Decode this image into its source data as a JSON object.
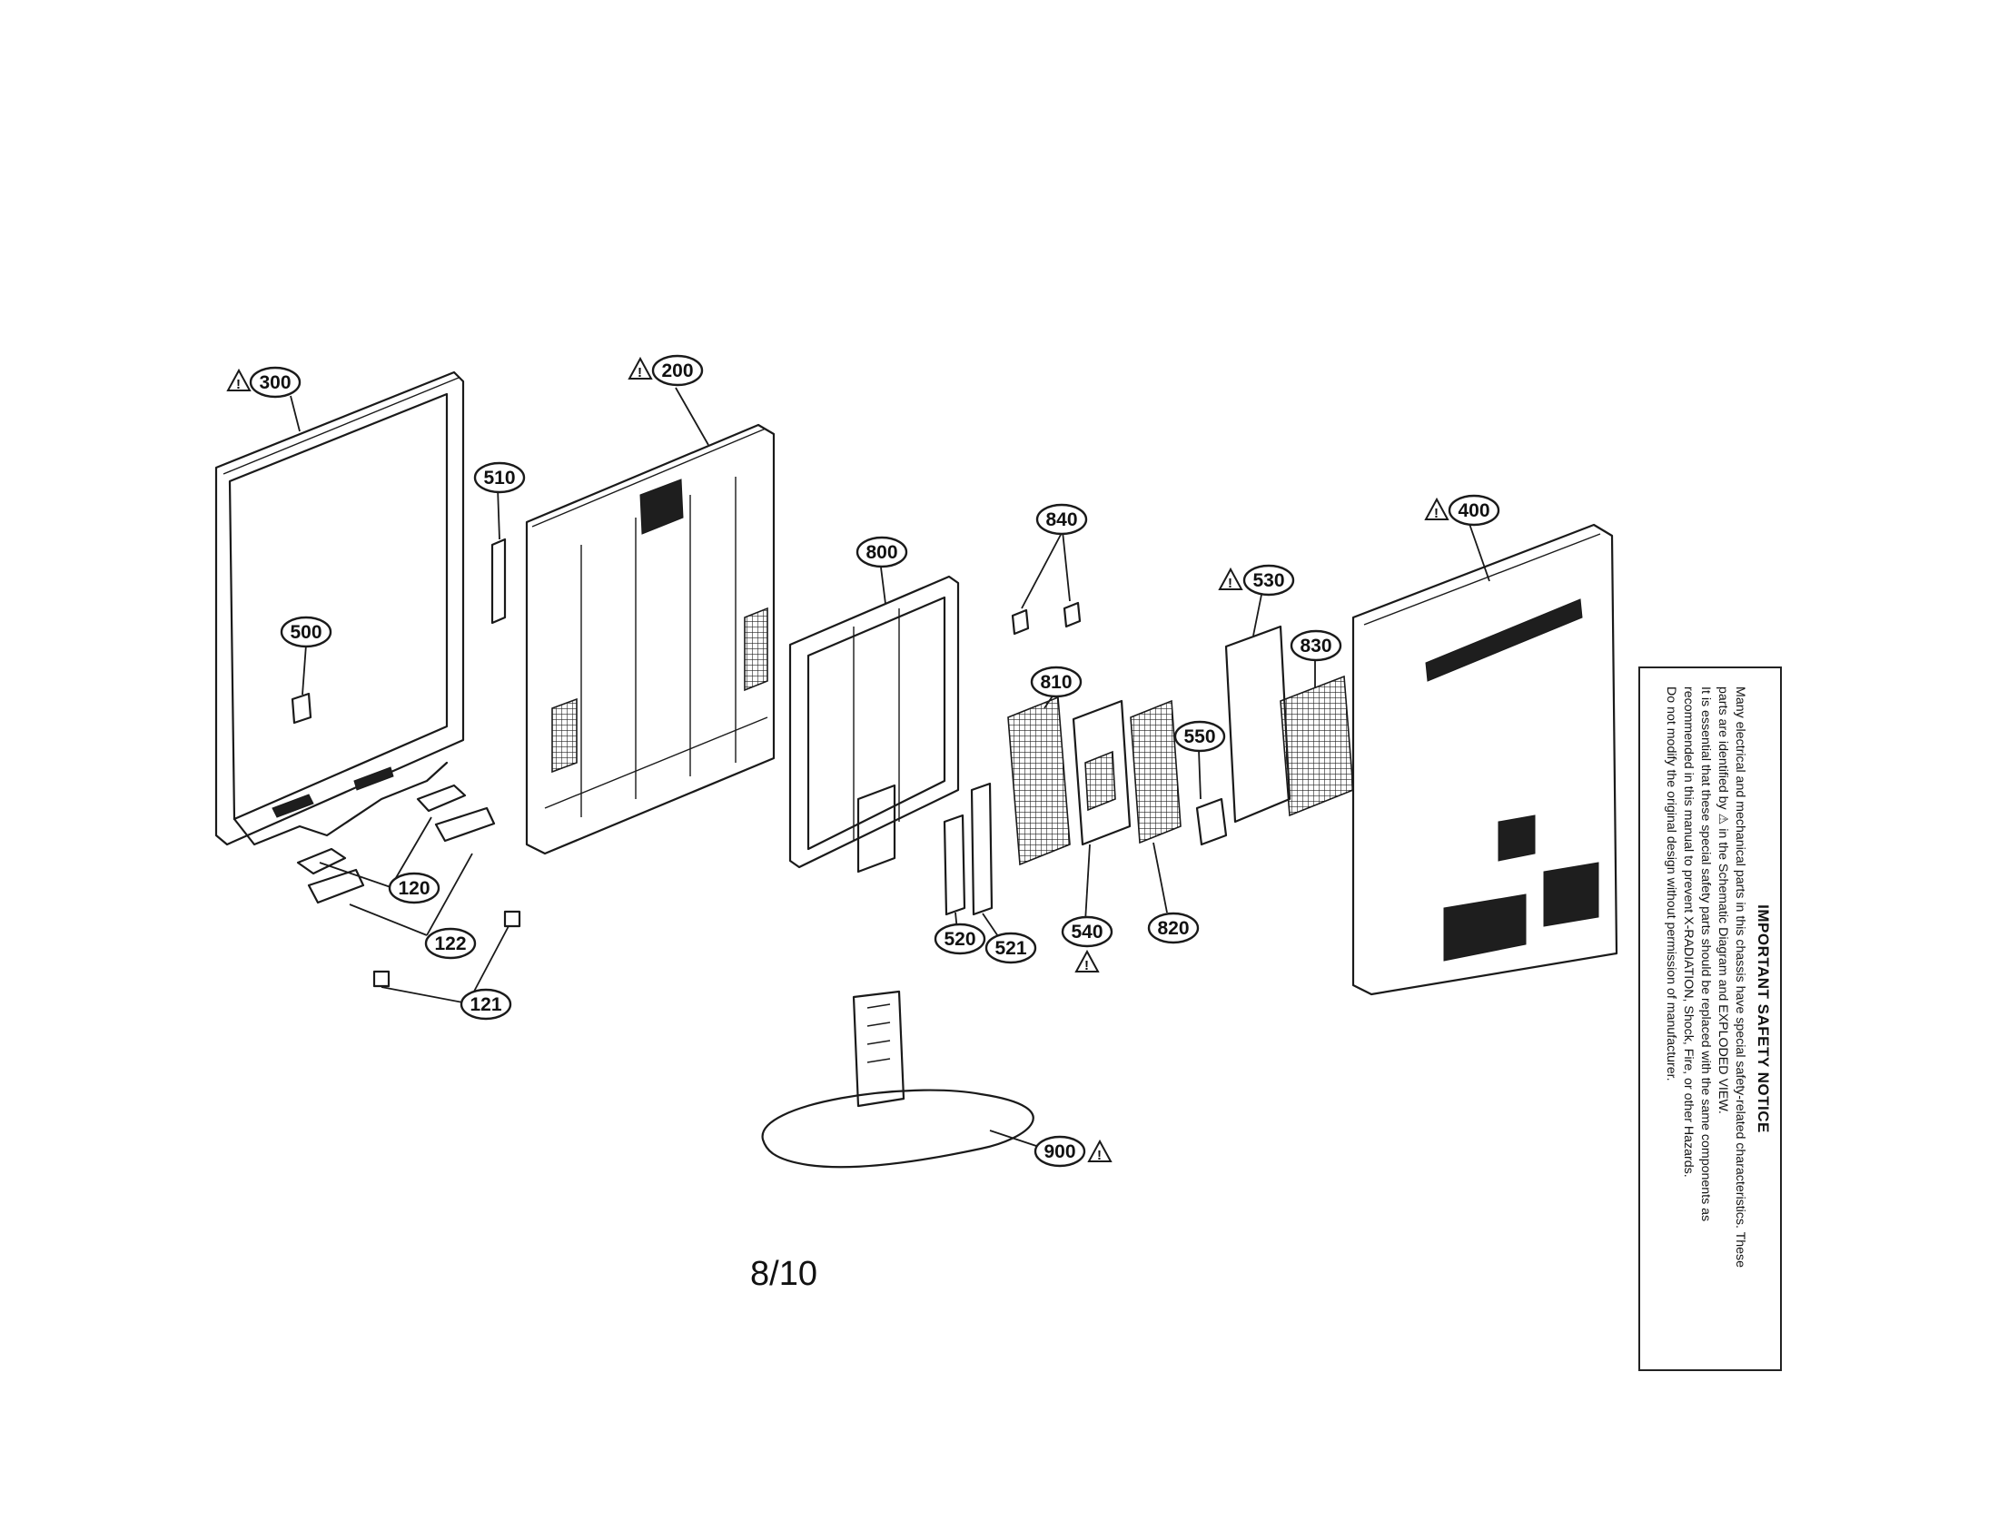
{
  "page_number": "8/10",
  "safety_notice": {
    "title": "IMPORTANT SAFETY NOTICE",
    "lines": [
      "Many electrical and mechanical parts in this chassis have special safety-related characteristics. These",
      "parts are identified by ⚠ in the Schematic Diagram and EXPLODED VIEW.",
      "It is essential that these special safety parts should be replaced with the same components as",
      "recommended in this manual to prevent X-RADIATION, Shock, Fire, or other Hazards.",
      "Do not modify the original design without permission of manufacturer."
    ]
  },
  "callouts": [
    {
      "id": "300",
      "warning": true
    },
    {
      "id": "200",
      "warning": true
    },
    {
      "id": "510",
      "warning": false
    },
    {
      "id": "500",
      "warning": false
    },
    {
      "id": "800",
      "warning": false
    },
    {
      "id": "840",
      "warning": false
    },
    {
      "id": "810",
      "warning": false
    },
    {
      "id": "400",
      "warning": true
    },
    {
      "id": "530",
      "warning": true
    },
    {
      "id": "830",
      "warning": false
    },
    {
      "id": "550",
      "warning": false
    },
    {
      "id": "120",
      "warning": false
    },
    {
      "id": "122",
      "warning": false
    },
    {
      "id": "121",
      "warning": false
    },
    {
      "id": "520",
      "warning": false
    },
    {
      "id": "521",
      "warning": false
    },
    {
      "id": "540",
      "warning": true
    },
    {
      "id": "820",
      "warning": false
    },
    {
      "id": "900",
      "warning": true
    }
  ]
}
